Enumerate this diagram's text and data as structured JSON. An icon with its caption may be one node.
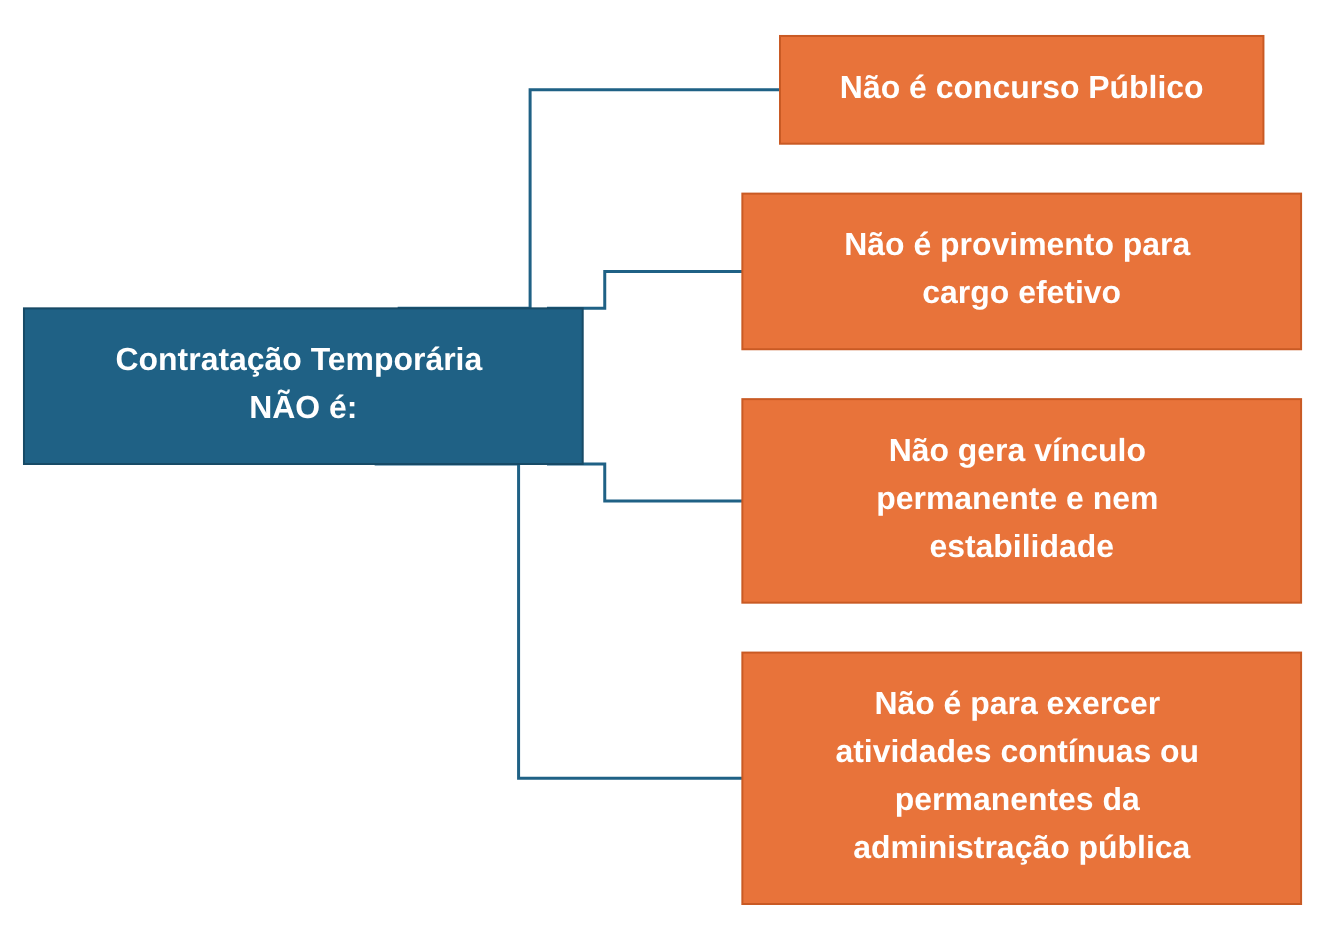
{
  "diagram": {
    "nodes": [
      {
        "text": [
          "Contratação Temporária NÃO é:"
        ]
      },
      {
        "text": [
          "Não é concurso Público"
        ]
      },
      {
        "text": [
          "Não é provimento para cargo efetivo"
        ]
      },
      {
        "text": [
          "Não gera vínculo permanente e nem estabilidade"
        ]
      },
      {
        "text": [
          "Não é para exercer atividades contínuas ou permanentes da administração pública"
        ]
      }
    ],
    "edges": [
      {
        "from": 0,
        "to": 1,
        "arrow": "none"
      },
      {
        "from": 0,
        "to": 2,
        "arrow": "none"
      },
      {
        "from": 0,
        "to": 3,
        "arrow": "none"
      },
      {
        "from": 0,
        "to": 4,
        "arrow": "none"
      }
    ]
  }
}
